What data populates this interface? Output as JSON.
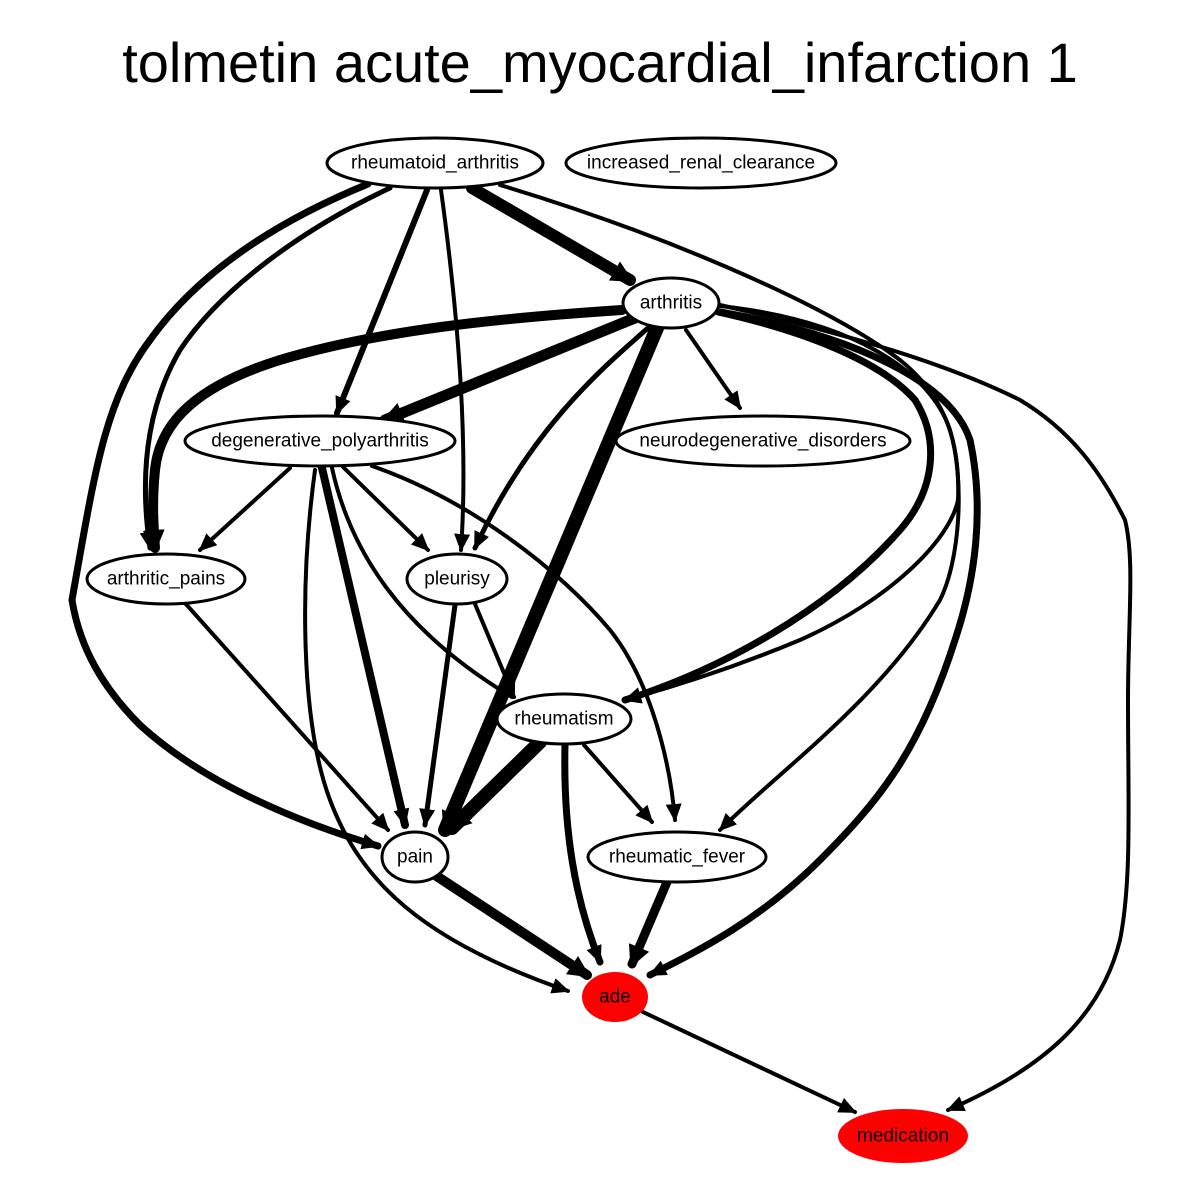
{
  "title": "tolmetin acute_myocardial_infarction 1",
  "colors": {
    "highlight": "#ff0000",
    "edge": "#000000",
    "node_fill": "#ffffff"
  },
  "nodes": {
    "rheumatoid_arthritis": "rheumatoid_arthritis",
    "increased_renal_clearance": "increased_renal_clearance",
    "arthritis": "arthritis",
    "degenerative_polyarthritis": "degenerative_polyarthritis",
    "neurodegenerative_disorders": "neurodegenerative_disorders",
    "arthritic_pains": "arthritic_pains",
    "pleurisy": "pleurisy",
    "rheumatism": "rheumatism",
    "pain": "pain",
    "rheumatic_fever": "rheumatic_fever",
    "ade": "ade",
    "medication": "medication"
  }
}
